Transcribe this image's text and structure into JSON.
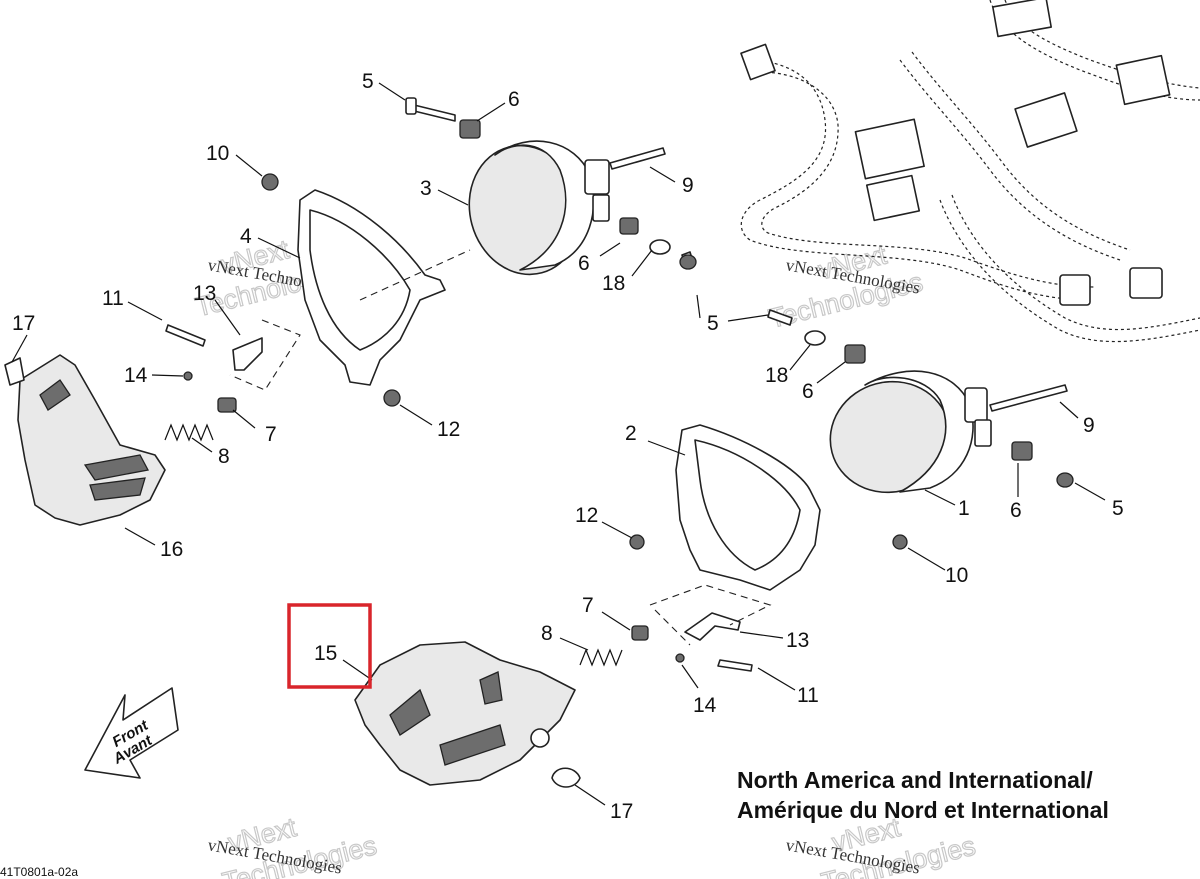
{
  "callouts": [
    {
      "label": "1"
    },
    {
      "label": "2"
    },
    {
      "label": "3"
    },
    {
      "label": "4"
    },
    {
      "label": "5"
    },
    {
      "label": "5"
    },
    {
      "label": "5"
    },
    {
      "label": "6"
    },
    {
      "label": "6"
    },
    {
      "label": "6"
    },
    {
      "label": "6"
    },
    {
      "label": "7"
    },
    {
      "label": "7"
    },
    {
      "label": "8"
    },
    {
      "label": "8"
    },
    {
      "label": "9"
    },
    {
      "label": "9"
    },
    {
      "label": "10"
    },
    {
      "label": "10"
    },
    {
      "label": "11"
    },
    {
      "label": "11"
    },
    {
      "label": "12"
    },
    {
      "label": "12"
    },
    {
      "label": "13"
    },
    {
      "label": "13"
    },
    {
      "label": "14"
    },
    {
      "label": "14"
    },
    {
      "label": "15"
    },
    {
      "label": "16"
    },
    {
      "label": "17"
    },
    {
      "label": "17"
    },
    {
      "label": "18"
    },
    {
      "label": "18"
    }
  ],
  "highlight": {
    "label": "15",
    "color": "#d9252b"
  },
  "watermark": {
    "line1": "vNext Technologies",
    "line2a": "vNext",
    "line2b": "Technologies"
  },
  "region": {
    "line1": "North America and International/",
    "line2": "Amérique du Nord et International"
  },
  "drawing_code": "41T0801a-02a",
  "direction": {
    "line1": "Front",
    "line2": "Avant"
  }
}
